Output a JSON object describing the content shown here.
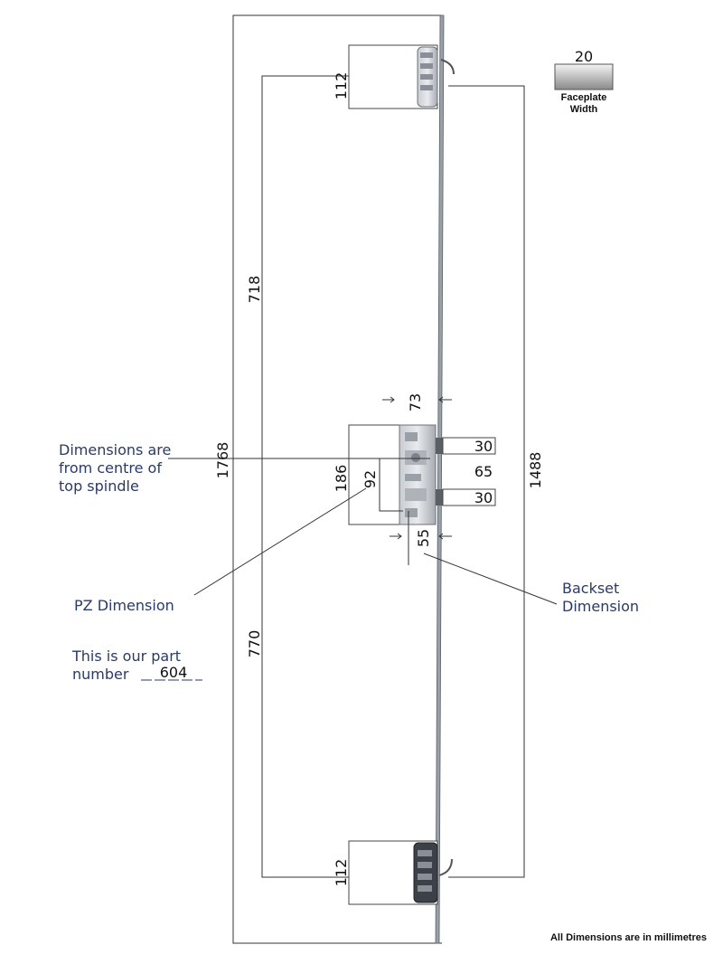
{
  "dimensions": {
    "overall": "1768",
    "top_to_spindle": "718",
    "bottom_to_spindle": "770",
    "outer_span": "1488",
    "top_keep": "112",
    "bottom_keep": "112",
    "case_height": "186",
    "pz": "92",
    "backset_top": "73",
    "backset": "55",
    "latch": "30",
    "deadbolt": "30",
    "gap": "65",
    "faceplate": "20"
  },
  "labels": {
    "faceplate_line1": "Faceplate",
    "faceplate_line2": "Width",
    "spindle_note": [
      "Dimensions are",
      "from centre of",
      "top spindle"
    ],
    "pz_note": "PZ Dimension",
    "backset_note": [
      "Backset",
      "Dimension"
    ],
    "part_line1": "This is our part",
    "part_prefix": "number",
    "part_number": "604",
    "footer": "All Dimensions are in millimetres"
  },
  "colors": {
    "note_text": "#2b3a66",
    "line": "#333333",
    "hardware": "#8a8f97"
  }
}
